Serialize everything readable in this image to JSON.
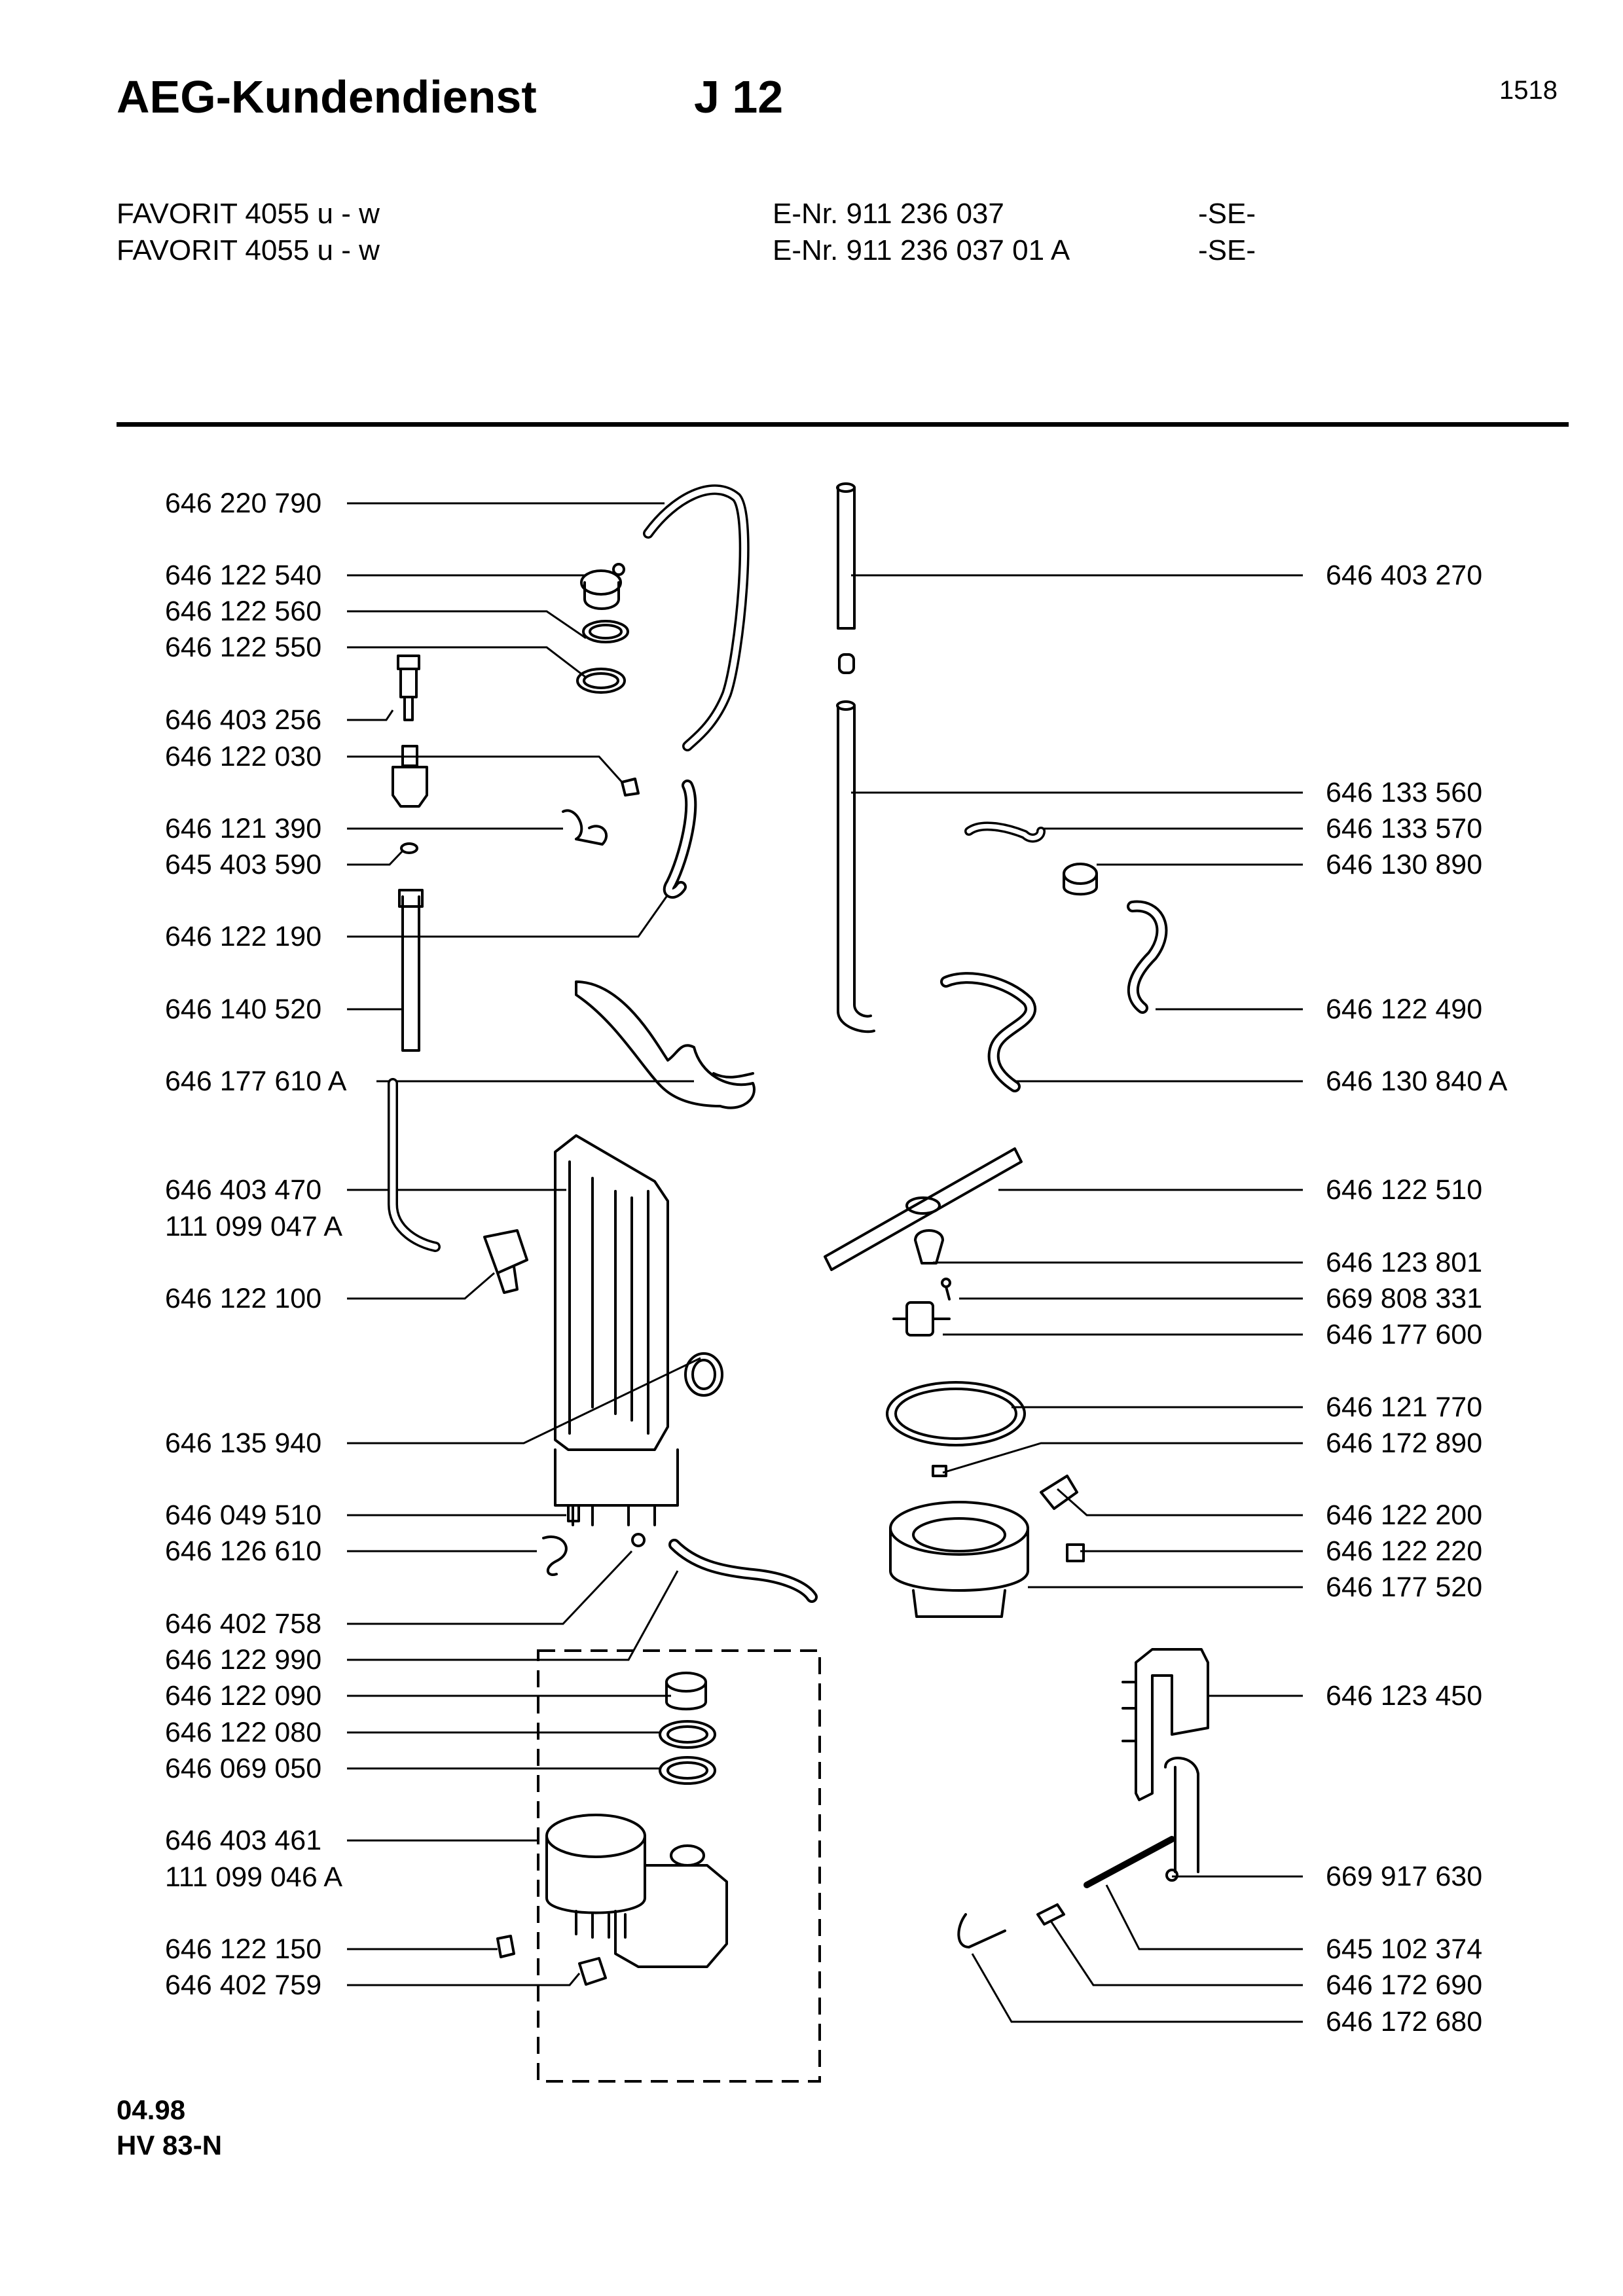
{
  "header": {
    "title": "AEG-Kundendienst",
    "code": "J 12",
    "page_number": "1518"
  },
  "models": [
    {
      "name": "FAVORIT 4055 u - w",
      "enr": "E-Nr. 911 236 037",
      "suffix": "-SE-"
    },
    {
      "name": "FAVORIT 4055 u - w",
      "enr": "E-Nr. 911 236 037 01 A",
      "suffix": "-SE-"
    }
  ],
  "parts_left": [
    "646 220 790",
    "646 122 540",
    "646 122 560",
    "646 122 550",
    "646 403 256",
    "646 122 030",
    "646 121 390",
    "645 403 590",
    "646 122 190",
    "646 140 520",
    "646 177 610 A",
    "646 403 470",
    "111 099 047 A",
    "646 122 100",
    "646 135 940",
    "646 049 510",
    "646 126 610",
    "646 402 758",
    "646 122 990",
    "646 122 090",
    "646 122 080",
    "646 069 050",
    "646 403 461",
    "111 099 046 A",
    "646 122 150",
    "646 402 759"
  ],
  "parts_right": [
    "646 403 270",
    "646 133 560",
    "646 133 570",
    "646 130 890",
    "646 122 490",
    "646 130 840 A",
    "646 122 510",
    "646 123 801",
    "669 808 331",
    "646 177 600",
    "646 121 770",
    "646 172 890",
    "646 122 200",
    "646 122 220",
    "646 177 520",
    "646 123 450",
    "669 917 630",
    "645 102 374",
    "646 172 690",
    "646 172 680"
  ],
  "footer": {
    "date": "04.98",
    "doc_code": "HV 83-N"
  }
}
